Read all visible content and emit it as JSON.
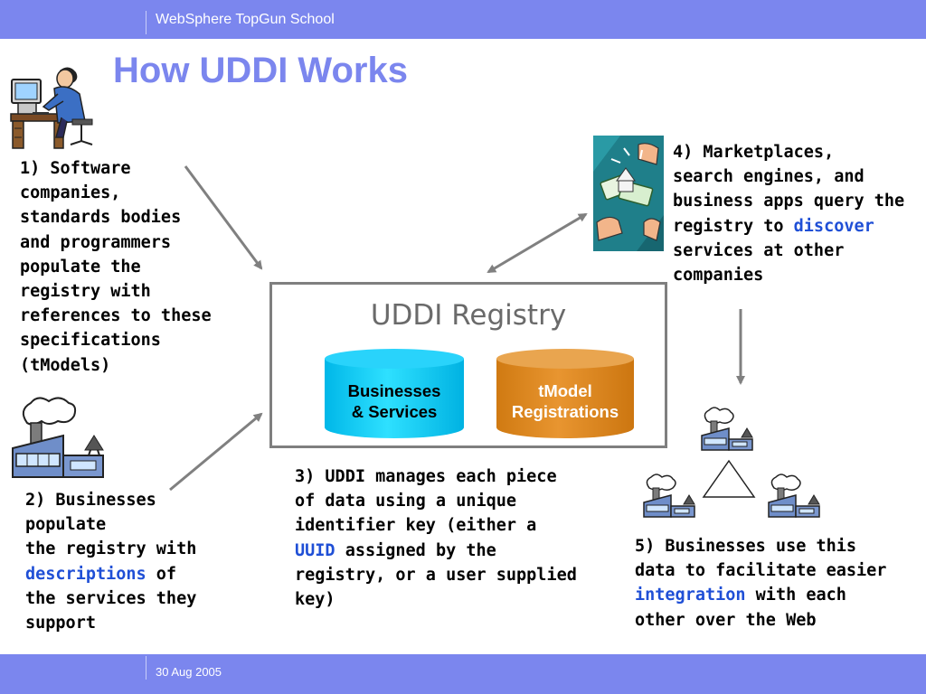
{
  "header": {
    "title": "WebSphere TopGun School"
  },
  "footer": {
    "date": "30 Aug 2005"
  },
  "slide": {
    "title": "How UDDI Works"
  },
  "registry": {
    "title": "UDDI Registry",
    "businesses": {
      "line1": "Businesses",
      "line2": "& Services"
    },
    "tmodels": {
      "line1": "tModel",
      "line2": "Registrations"
    }
  },
  "steps": {
    "s1": [
      "1) Software",
      "companies,",
      "standards bodies",
      "and programmers",
      "populate the",
      "registry with",
      "references to these",
      "specifications",
      "(tModels)"
    ],
    "s2": {
      "l1": "2) Businesses",
      "l2": "populate",
      "l3": "the registry with",
      "l4_hl": "descriptions",
      "l4_rest": " of",
      "l5": "the services they",
      "l6": "support"
    },
    "s3": {
      "l1": "3) UDDI manages each piece",
      "l2": "of data using a unique",
      "l3": "identifier key (either a",
      "l4_hl": "UUID",
      "l4_rest": " assigned by the",
      "l5": "registry, or a user supplied",
      "l6": "key)"
    },
    "s4": {
      "l1": "4) Marketplaces,",
      "l2": "search engines, and",
      "l3": "business apps query the",
      "l4_pre": "registry to ",
      "l4_hl": "discover",
      "l5": "services at other",
      "l6": "companies"
    },
    "s5": {
      "l1": "5) Businesses use this",
      "l2": "data to facilitate easier",
      "l3_hl": "integration",
      "l3_rest": " with each",
      "l4": "other over the Web"
    }
  },
  "colors": {
    "bar": "#7b86ee",
    "title": "#7b86ee",
    "highlight": "#1f4fd6",
    "businesses_cylinder": "#00d0f8",
    "tmodel_cylinder": "#e08a1e",
    "arrows": "#808080"
  },
  "icons": {
    "programmer": "person-at-computer-icon",
    "marketplace": "money-exchange-icon",
    "factory": "factory-icon",
    "network": "factory-triangle-network-icon"
  }
}
